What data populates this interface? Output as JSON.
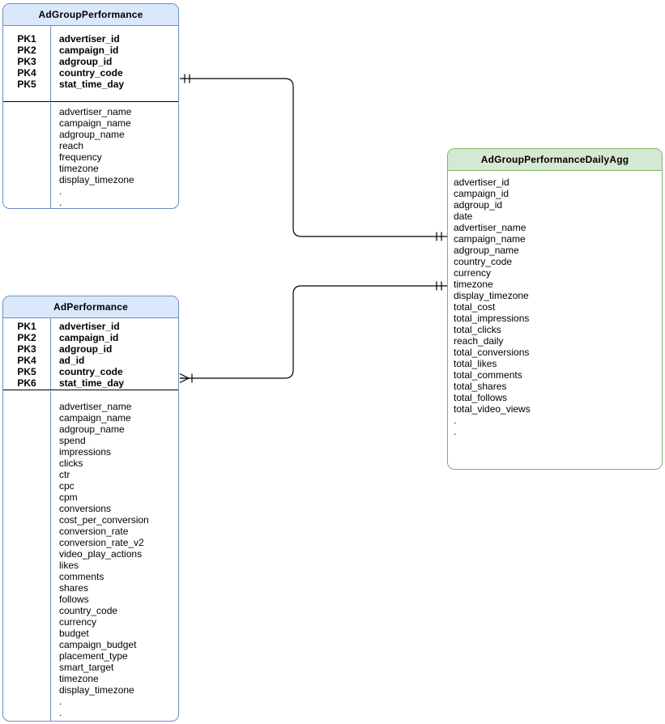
{
  "diagram": {
    "type": "entity-relationship",
    "background_color": "#ffffff",
    "edge_color": "#000000",
    "tables": [
      {
        "title": "AdGroupPerformance",
        "theme": {
          "header_bg": "#dae8fc",
          "border": "#6c8ebf"
        },
        "primary_keys": [
          {
            "key": "PK1",
            "field": "advertiser_id"
          },
          {
            "key": "PK2",
            "field": "campaign_id"
          },
          {
            "key": "PK3",
            "field": "adgroup_id"
          },
          {
            "key": "PK4",
            "field": "country_code"
          },
          {
            "key": "PK5",
            "field": "stat_time_day"
          }
        ],
        "fields": [
          "advertiser_name",
          "campaign_name",
          "adgroup_name",
          "reach",
          "frequency",
          "timezone",
          "display_timezone",
          ".",
          "."
        ]
      },
      {
        "title": "AdPerformance",
        "theme": {
          "header_bg": "#dae8fc",
          "border": "#6c8ebf"
        },
        "primary_keys": [
          {
            "key": "PK1",
            "field": "advertiser_id"
          },
          {
            "key": "PK2",
            "field": "campaign_id"
          },
          {
            "key": "PK3",
            "field": "adgroup_id"
          },
          {
            "key": "PK4",
            "field": "ad_id"
          },
          {
            "key": "PK5",
            "field": "country_code"
          },
          {
            "key": "PK6",
            "field": "stat_time_day"
          }
        ],
        "fields": [
          "advertiser_name",
          "campaign_name",
          "adgroup_name",
          "spend",
          "impressions",
          "clicks",
          "ctr",
          "cpc",
          "cpm",
          "conversions",
          "cost_per_conversion",
          "conversion_rate",
          "conversion_rate_v2",
          "video_play_actions",
          "likes",
          "comments",
          "shares",
          "follows",
          "country_code",
          "currency",
          "budget",
          "campaign_budget",
          "placement_type",
          "smart_target",
          "timezone",
          "display_timezone",
          ".",
          "."
        ]
      },
      {
        "title": "AdGroupPerformanceDailyAgg",
        "theme": {
          "header_bg": "#d5e8d4",
          "border": "#82b366"
        },
        "primary_keys": [],
        "fields": [
          "advertiser_id",
          "campaign_id",
          "adgroup_id",
          "date",
          "advertiser_name",
          "campaign_name",
          "adgroup_name",
          "country_code",
          "currency",
          "timezone",
          "display_timezone",
          "total_cost",
          "total_impressions",
          "total_clicks",
          "reach_daily",
          "total_conversions",
          "total_likes",
          "total_comments",
          "total_shares",
          "total_follows",
          "total_video_views",
          ".",
          "."
        ]
      }
    ],
    "relationships": [
      {
        "from": "AdGroupPerformance",
        "to": "AdGroupPerformanceDailyAgg",
        "from_cardinality": "one-and-only-one",
        "to_cardinality": "one-and-only-one"
      },
      {
        "from": "AdPerformance",
        "to": "AdGroupPerformanceDailyAgg",
        "from_cardinality": "many",
        "to_cardinality": "one-and-only-one"
      }
    ]
  }
}
